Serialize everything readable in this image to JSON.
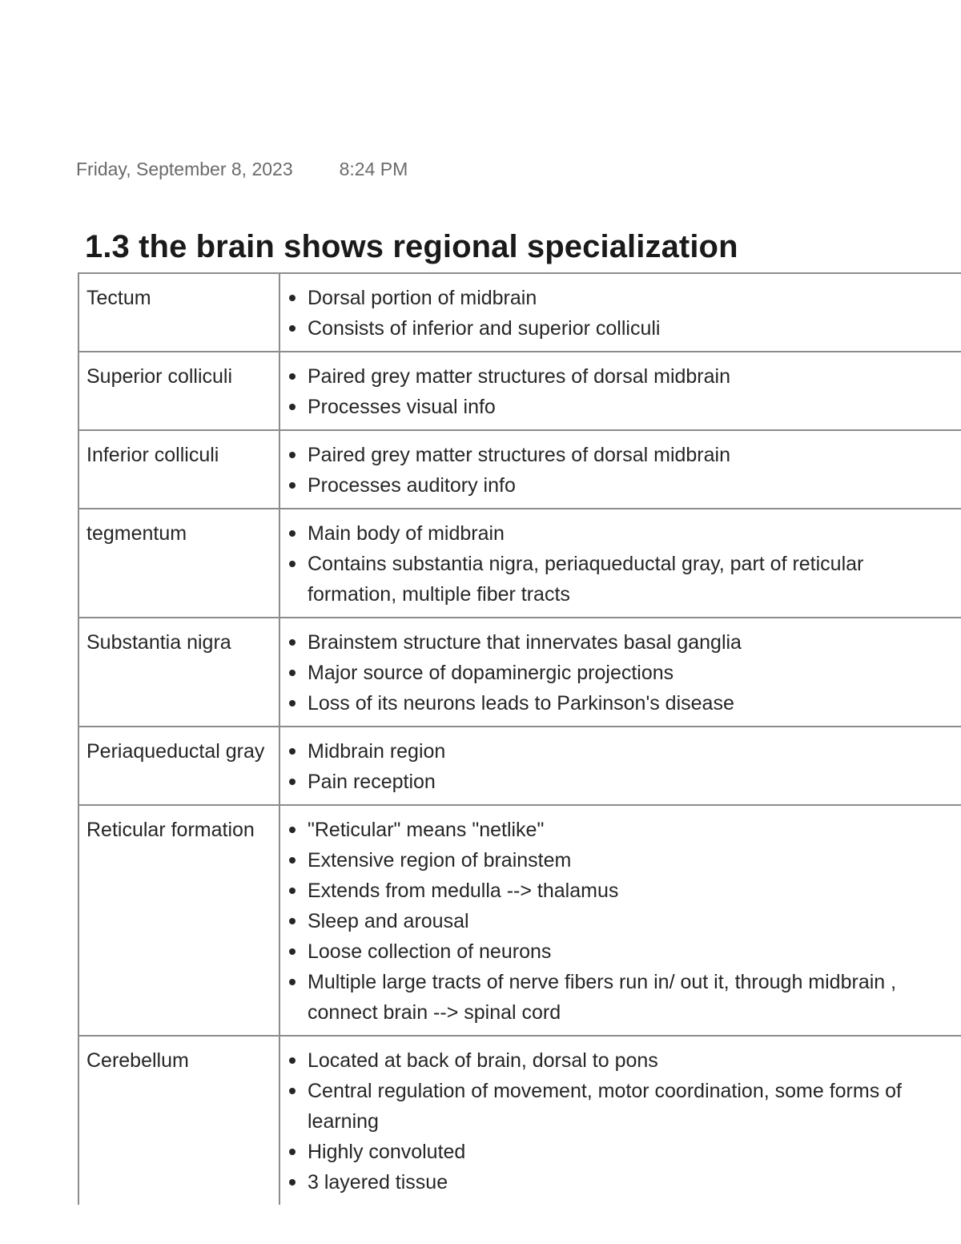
{
  "header": {
    "date": "Friday, September 8, 2023",
    "time": "8:24 PM"
  },
  "title": "1.3 the brain shows regional specialization",
  "rows": [
    {
      "term": "Tectum",
      "points": [
        "Dorsal portion of midbrain",
        "Consists of inferior and superior colliculi"
      ]
    },
    {
      "term": "Superior colliculi",
      "points": [
        "Paired grey matter structures of dorsal midbrain",
        "Processes visual info"
      ]
    },
    {
      "term": "Inferior colliculi",
      "points": [
        "Paired grey matter structures of dorsal midbrain",
        "Processes auditory info"
      ]
    },
    {
      "term": "tegmentum",
      "points": [
        "Main body of midbrain",
        "Contains substantia nigra, periaqueductal gray, part of reticular formation, multiple fiber tracts"
      ]
    },
    {
      "term": "Substantia nigra",
      "points": [
        "Brainstem structure that innervates basal ganglia",
        "Major source of dopaminergic projections",
        "Loss of its neurons leads to Parkinson's disease"
      ]
    },
    {
      "term": "Periaqueductal gray",
      "points": [
        "Midbrain region",
        "Pain reception"
      ]
    },
    {
      "term": "Reticular formation",
      "points": [
        "\"Reticular\" means \"netlike\"",
        "Extensive region of brainstem",
        "Extends from medulla --> thalamus",
        "Sleep and arousal",
        "Loose collection of neurons",
        "Multiple large tracts of nerve fibers run in/ out it, through midbrain , connect brain --> spinal cord"
      ]
    },
    {
      "term": "Cerebellum",
      "points": [
        "Located at back of brain, dorsal to pons",
        "Central regulation of movement, motor coordination, some forms of learning",
        "Highly convoluted",
        "3 layered tissue"
      ]
    }
  ]
}
